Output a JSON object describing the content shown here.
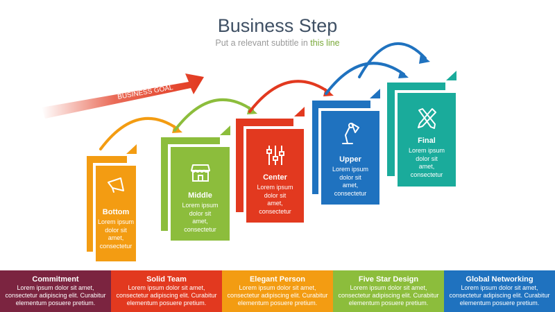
{
  "header": {
    "title": "Business Step",
    "subtitle_main": "Put a relevant subtitle in ",
    "subtitle_highlight": "this line"
  },
  "goal_label": "BUSINESS GOAL",
  "steps": [
    {
      "title": "Bottom",
      "lines": [
        "Lorem ipsum",
        "dolor sit",
        "amet,",
        "consectetur"
      ],
      "color": "#f39c12",
      "icon": "megaphone-icon"
    },
    {
      "title": "Middle",
      "lines": [
        "Lorem ipsum",
        "dolor sit",
        "amet,",
        "consectetur"
      ],
      "color": "#8cbd3c",
      "icon": "store-icon"
    },
    {
      "title": "Center",
      "lines": [
        "Lorem ipsum",
        "dolor sit",
        "amet,",
        "consectetur"
      ],
      "color": "#e2391f",
      "icon": "equalizer-icon"
    },
    {
      "title": "Upper",
      "lines": [
        "Lorem ipsum",
        "dolor sit",
        "amet,",
        "consectetur"
      ],
      "color": "#1f72bf",
      "icon": "desk-lamp-icon"
    },
    {
      "title": "Final",
      "lines": [
        "Lorem ipsum",
        "dolor sit",
        "amet,",
        "consectetur"
      ],
      "color": "#1aab9b",
      "icon": "design-tools-icon"
    }
  ],
  "footer": [
    {
      "title": "Commitment",
      "line1": "Lorem ipsum dolor sit amet,",
      "line2": "consectetur adipiscing elit. Curabitur",
      "line3": "elementum posuere pretium.",
      "color": "#7b2440"
    },
    {
      "title": "Solid Team",
      "line1": "Lorem ipsum dolor sit amet,",
      "line2": "consectetur adipiscing elit. Curabitur",
      "line3": "elementum posuere pretium.",
      "color": "#e2391f"
    },
    {
      "title": "Elegant Person",
      "line1": "Lorem ipsum dolor sit amet,",
      "line2": "consectetur adipiscing elit. Curabitur",
      "line3": "elementum posuere pretium.",
      "color": "#f39c12"
    },
    {
      "title": "Five Star Design",
      "line1": "Lorem ipsum dolor sit amet,",
      "line2": "consectetur adipiscing elit. Curabitur",
      "line3": "elementum posuere pretium.",
      "color": "#8cbd3c"
    },
    {
      "title": "Global Networking",
      "line1": "Lorem ipsum dolor sit amet,",
      "line2": "consectetur adipiscing elit. Curabitur",
      "line3": "elementum posuere pretium.",
      "color": "#1f72bf"
    }
  ]
}
